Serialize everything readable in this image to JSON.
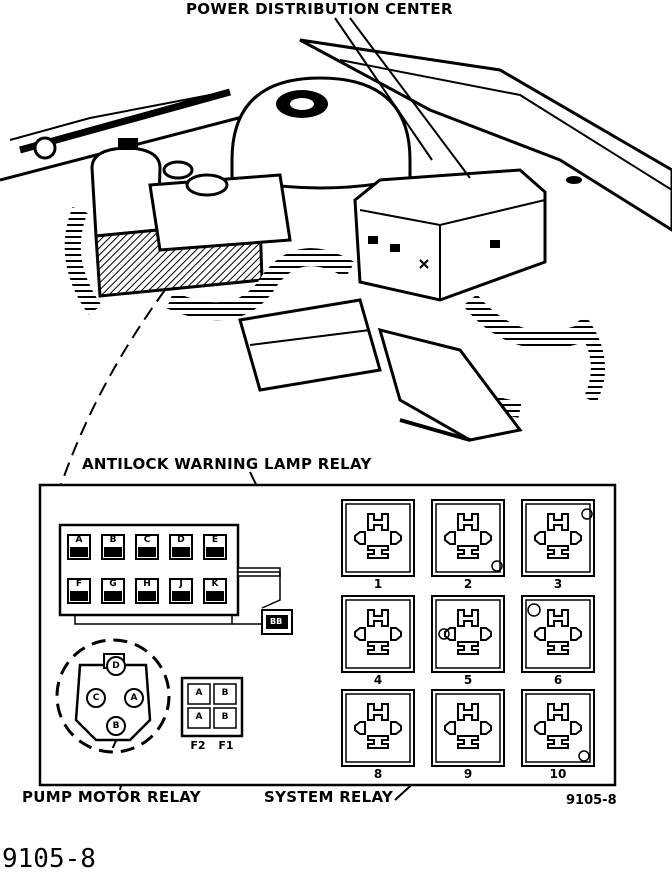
{
  "labels": {
    "power_distribution_center": "POWER DISTRIBUTION CENTER",
    "antilock_warning_lamp_relay": "ANTILOCK WARNING LAMP RELAY",
    "pump_motor_relay": "PUMP MOTOR RELAY",
    "system_relay": "SYSTEM RELAY",
    "inset_ref": "9105-8",
    "figure_ref": "9105-8"
  },
  "fuse_block": {
    "top_row": [
      "A",
      "B",
      "C",
      "D",
      "E"
    ],
    "bottom_row": [
      "F",
      "G",
      "H",
      "J",
      "K"
    ],
    "side_fuse": "BB"
  },
  "small_fuses": {
    "cells": [
      "A",
      "B",
      "A",
      "B"
    ],
    "labels": [
      "F2",
      "F1"
    ]
  },
  "pump_relay": {
    "terminals": [
      "D",
      "C",
      "A",
      "B"
    ],
    "number": "7"
  },
  "relays": [
    {
      "number": "1"
    },
    {
      "number": "2"
    },
    {
      "number": "3"
    },
    {
      "number": "4"
    },
    {
      "number": "5"
    },
    {
      "number": "6"
    },
    {
      "number": "8"
    },
    {
      "number": "9"
    },
    {
      "number": "10"
    }
  ]
}
